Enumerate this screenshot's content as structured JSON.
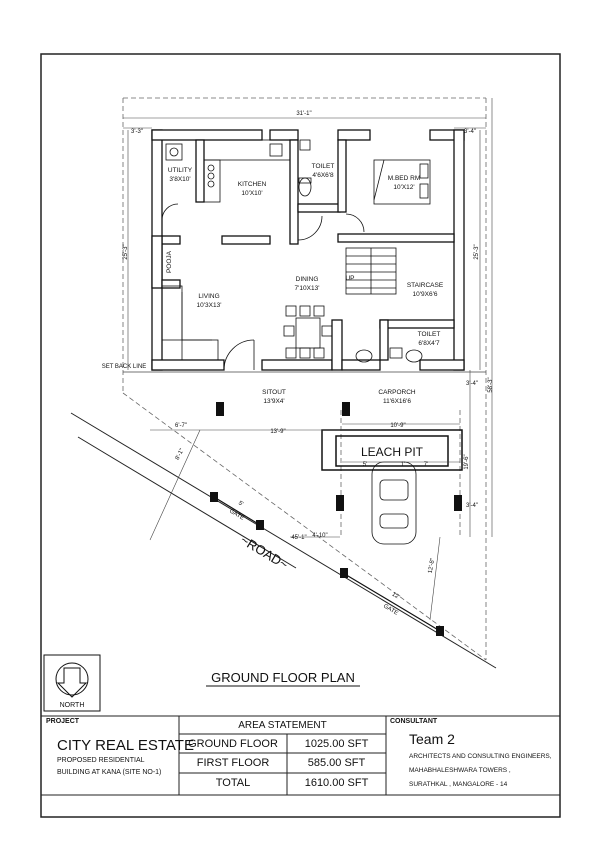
{
  "plan": {
    "title": "GROUND FLOOR PLAN",
    "north_label": "NORTH",
    "rooms": {
      "utility": {
        "name": "UTILITY",
        "size": "3'8X10'"
      },
      "kitchen": {
        "name": "KITCHEN",
        "size": "10'X10'"
      },
      "toilet1": {
        "name": "TOILET",
        "size": "4'6X6'8"
      },
      "mbed": {
        "name": "M.BED RM",
        "size": "10'X12'"
      },
      "pooja": {
        "name": "POOJA"
      },
      "living": {
        "name": "LIVING",
        "size": "10'3X13'"
      },
      "dining": {
        "name": "DINING",
        "size": "7'10X13'"
      },
      "staircase": {
        "name": "STAIRCASE",
        "size": "10'9X6'6"
      },
      "up": {
        "name": "UP"
      },
      "toilet2": {
        "name": "TOILET",
        "size": "6'8X4'7"
      },
      "sitout": {
        "name": "SITOUT",
        "size": "13'9X4'"
      },
      "carporch": {
        "name": "CARPORCH",
        "size": "11'6X16'6"
      },
      "leach": {
        "name": "LEACH PIT"
      }
    },
    "dimensions": {
      "top": "31'-1\"",
      "tl": "3'-3\"",
      "tr": "3'-4\"",
      "left": "25'-3\"",
      "right": "25'-3\"",
      "right_b1": "3'-4\"",
      "right_total": "58'-3\"",
      "right_c": "19'-6\"",
      "right_b2": "3'-4\"",
      "setback": "SET BACK LINE",
      "sitout_w": "6'-7\"",
      "sitout_w2": "13'-9\"",
      "carp_w": "10'-9\"",
      "leach_a": "5'",
      "leach_b": "1'",
      "leach_c": "7'",
      "diag1": "8'-1\"",
      "diag2": "45'-1\"",
      "diag3": "4'-10\"",
      "diag4": "12'-8\"",
      "gate1_w": "5'",
      "gate1": "GATE",
      "gate2_w": "12'",
      "gate2": "GATE",
      "road": "~ROAD~"
    }
  },
  "title_block": {
    "project_label": "PROJECT",
    "project_name": "CITY REAL ESTATE",
    "project_desc1": "PROPOSED RESIDENTIAL",
    "project_desc2": "BUILDING AT KANA (SITE NO-1)",
    "area_header": "AREA STATEMENT",
    "area_rows": [
      {
        "label": "GROUND FLOOR",
        "value": "1025.00 SFT"
      },
      {
        "label": "FIRST FLOOR",
        "value": "585.00 SFT"
      },
      {
        "label": "TOTAL",
        "value": "1610.00 SFT"
      }
    ],
    "consultant_label": "CONSULTANT",
    "consultant_name": "Team 2",
    "consultant_line1": "ARCHITECTS AND CONSULTING ENGINEERS,",
    "consultant_line2": "MAHABHALESHWARA TOWERS ,",
    "consultant_line3": "SURATHKAL , MANGALORE - 14"
  }
}
